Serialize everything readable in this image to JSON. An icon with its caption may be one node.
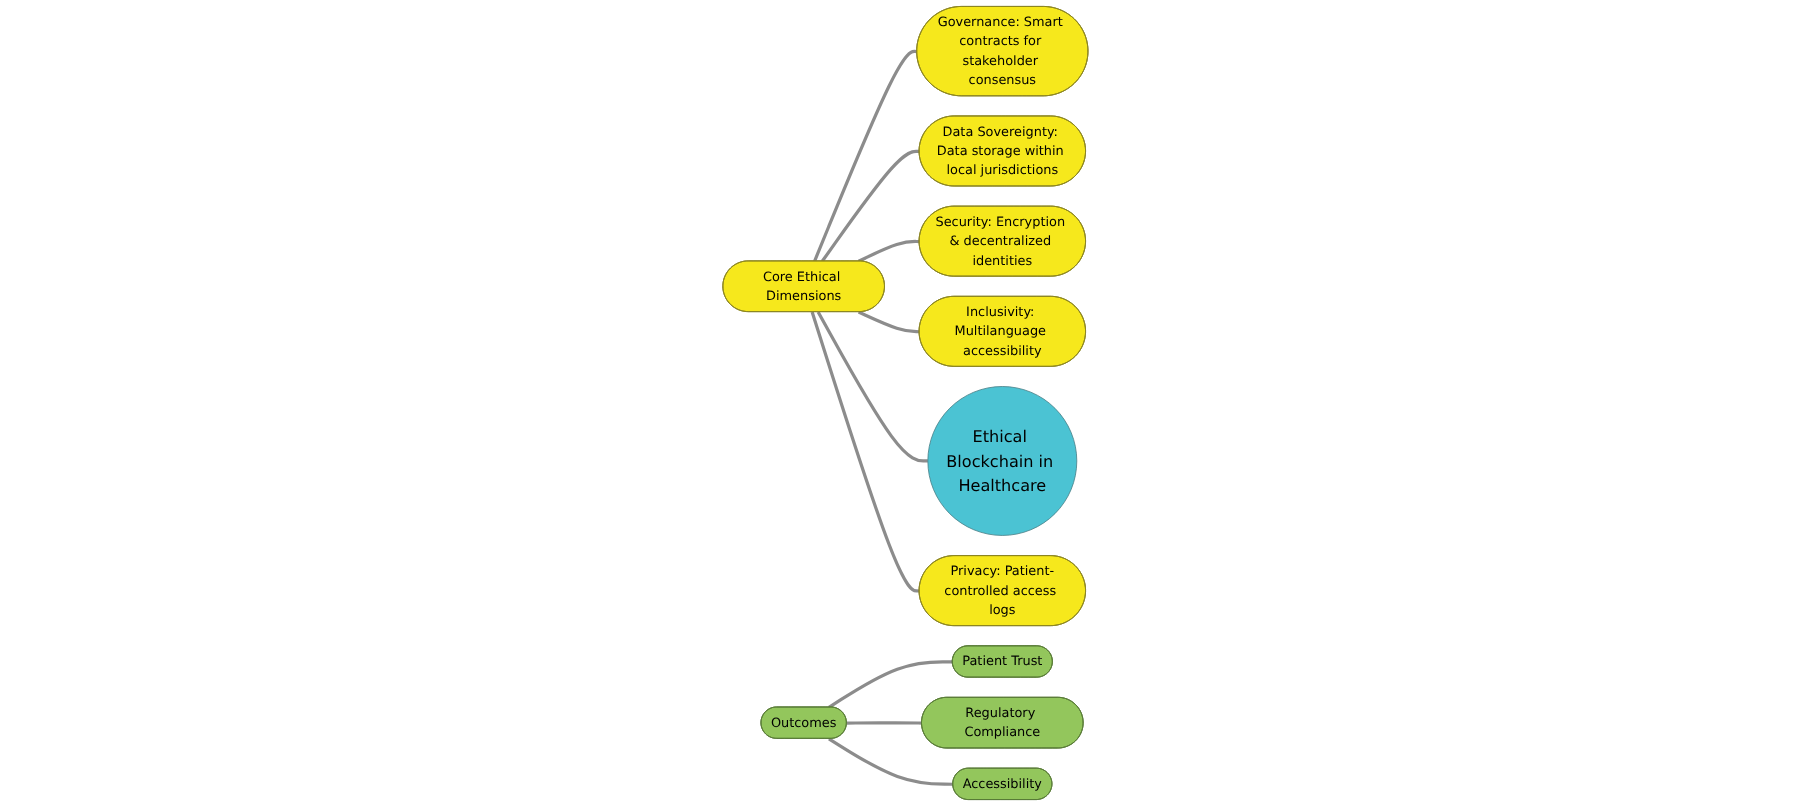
{
  "diagram": {
    "nodes": [
      {
        "text": [
          "Ethical Blockchain in Healthcare"
        ]
      },
      {
        "text": [
          "Governance: Smart contracts for stakeholder consensus"
        ]
      },
      {
        "text": [
          "Data Sovereignty: Data storage within local jurisdictions"
        ]
      },
      {
        "text": [
          "Core Ethical Dimensions"
        ]
      },
      {
        "text": [
          "Security: Encryption & decentralized identities"
        ]
      },
      {
        "text": [
          "Inclusivity: Multilanguage accessibility"
        ]
      },
      {
        "text": [
          "Privacy: Patient-controlled access logs"
        ]
      },
      {
        "text": [
          "Patient Trust"
        ]
      },
      {
        "text": [
          "Regulatory Compliance"
        ]
      },
      {
        "text": [
          "Outcomes"
        ]
      },
      {
        "text": [
          "Accessibility"
        ]
      }
    ],
    "edges": [
      {
        "from": 3,
        "to": 1,
        "arrow": "none"
      },
      {
        "from": 3,
        "to": 2,
        "arrow": "none"
      },
      {
        "from": 3,
        "to": 4,
        "arrow": "none"
      },
      {
        "from": 3,
        "to": 5,
        "arrow": "none"
      },
      {
        "from": 3,
        "to": 0,
        "arrow": "none"
      },
      {
        "from": 3,
        "to": 6,
        "arrow": "none"
      },
      {
        "from": 9,
        "to": 7,
        "arrow": "none"
      },
      {
        "from": 9,
        "to": 8,
        "arrow": "none"
      },
      {
        "from": 9,
        "to": 10,
        "arrow": "none"
      }
    ]
  }
}
